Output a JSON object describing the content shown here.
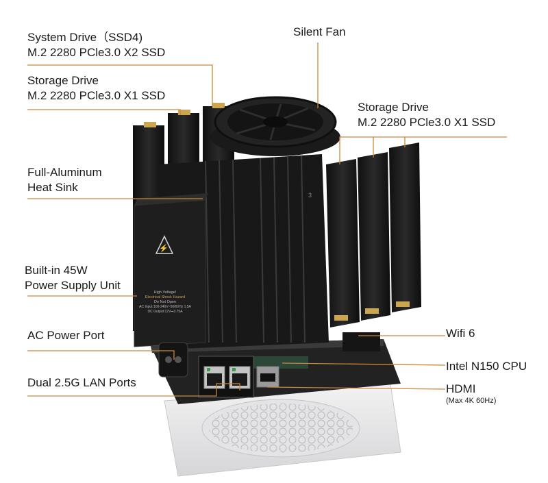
{
  "labels": {
    "system_drive": {
      "line1": "System Drive（SSD4)",
      "line2": "M.2 2280 PCle3.0 X2 SSD"
    },
    "storage_drive_left": {
      "line1": "Storage Drive",
      "line2": "M.2 2280 PCle3.0 X1 SSD"
    },
    "heat_sink": {
      "line1": "Full-Aluminum",
      "line2": "Heat Sink"
    },
    "power_supply": {
      "line1": "Built-in 45W",
      "line2": "Power Supply Unit"
    },
    "ac_port": "AC Power Port",
    "lan_ports": "Dual 2.5G LAN Ports",
    "fan": "Silent Fan",
    "storage_drive_right": {
      "line1": "Storage Drive",
      "line2": "M.2 2280 PCle3.0 X1 SSD"
    },
    "wifi": "Wifi 6",
    "cpu": "Intel N150 CPU",
    "hdmi": {
      "line1": "HDMI",
      "line2": "(Max 4K 60Hz)"
    }
  },
  "psu_plate": {
    "line1": "High Voltage!",
    "line2": "Electrical Shock Hazard",
    "line3": "Do Not Open",
    "line4": "AC Input:100-240V~50/60Hz 1.5A",
    "line5": "DC Output:12V⎓3.75A"
  },
  "heatsink_marking": "3",
  "colors": {
    "leader": "#c9883a",
    "device": "#1c1c1c",
    "base": "#e9e9ea"
  }
}
